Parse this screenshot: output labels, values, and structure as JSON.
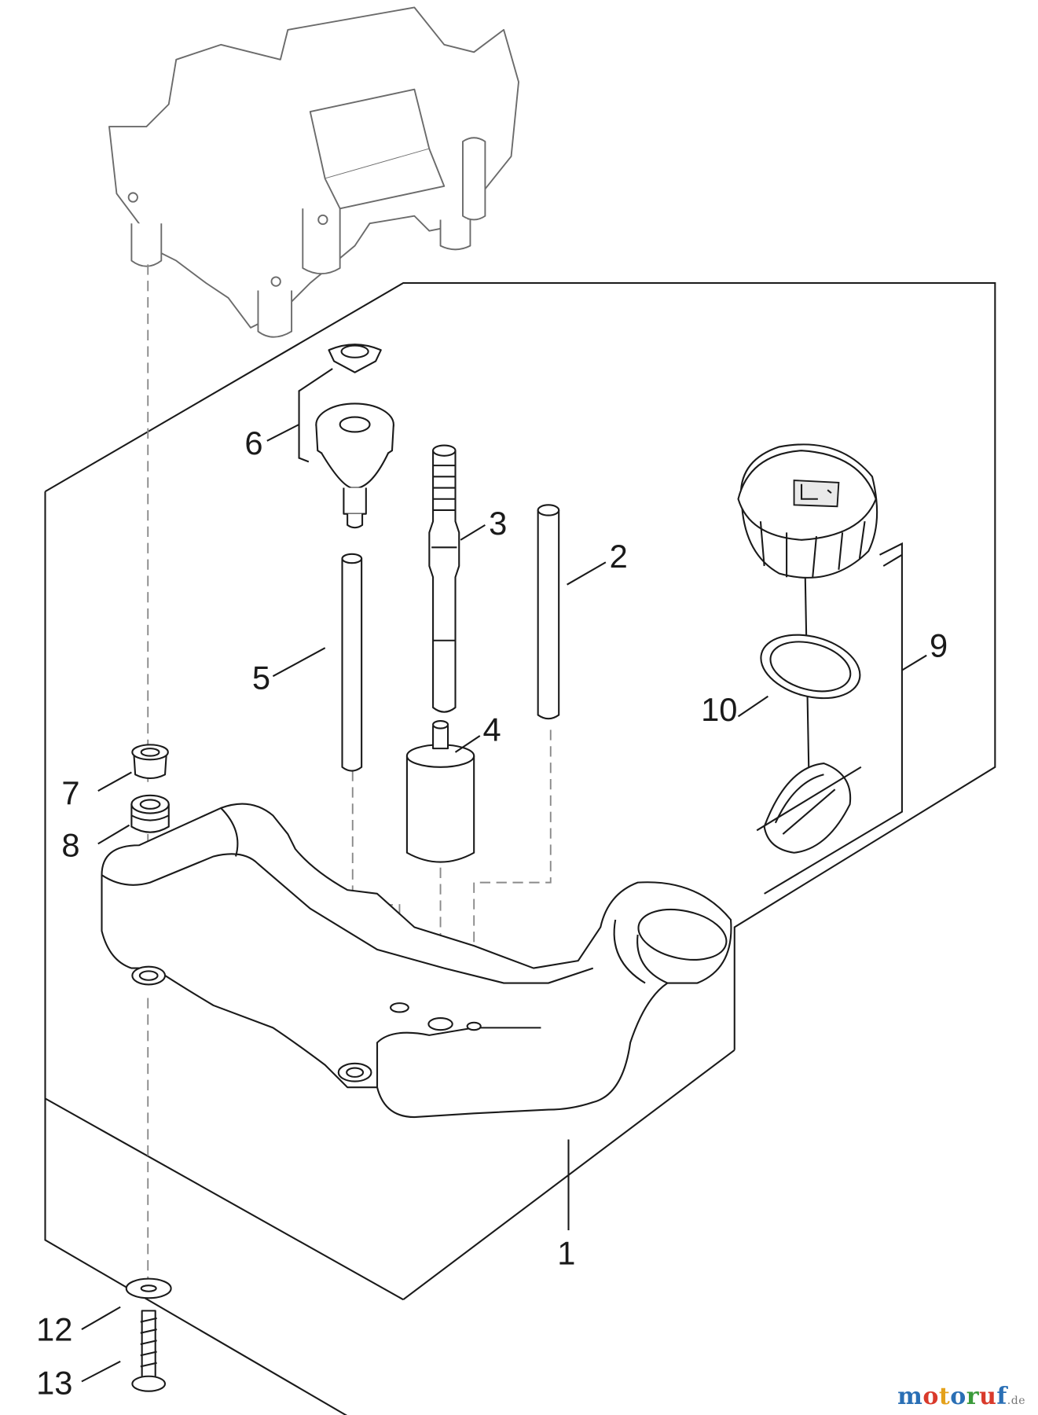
{
  "callouts": {
    "c1": "1",
    "c2": "2",
    "c3": "3",
    "c4": "4",
    "c5": "5",
    "c6": "6",
    "c7": "7",
    "c8": "8",
    "c9": "9",
    "c10": "10",
    "c12": "12",
    "c13": "13"
  },
  "watermark": {
    "brand": "motoruf",
    "suffix": ".de",
    "colors": [
      "#2a6fb5",
      "#d93a2b",
      "#e4a11b",
      "#2a6fb5",
      "#3a9a3a",
      "#d93a2b",
      "#2a6fb5"
    ]
  },
  "palette": {
    "line": "#1a1a1a",
    "faint_line": "#6b6b6b",
    "background": "#ffffff"
  }
}
